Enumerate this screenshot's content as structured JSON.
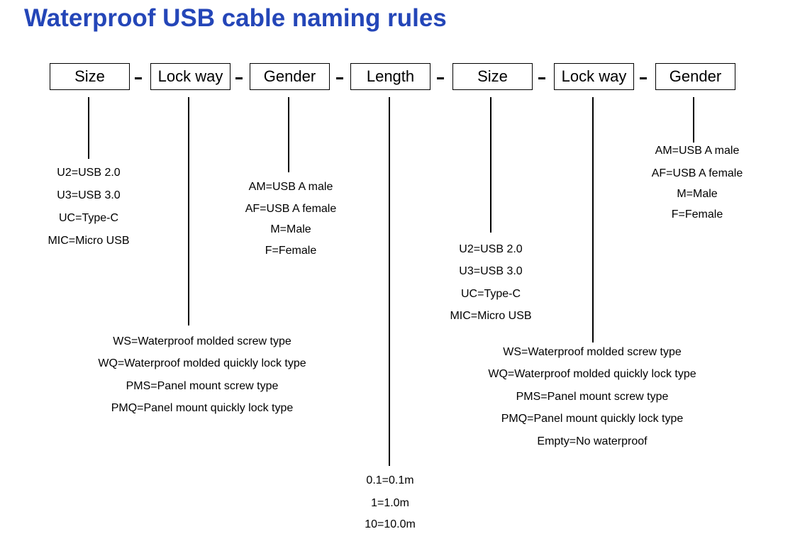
{
  "title": "Waterproof USB cable naming rules",
  "fields": [
    "Size",
    "Lock way",
    "Gender",
    "Length",
    "Size",
    "Lock way",
    "Gender"
  ],
  "separator": "-",
  "legends": {
    "size_1": [
      "U2=USB 2.0",
      "U3=USB 3.0",
      "UC=Type-C",
      "MIC=Micro USB"
    ],
    "lock_1": [
      "WS=Waterproof molded screw type",
      "WQ=Waterproof molded quickly lock type",
      "PMS=Panel mount screw type",
      "PMQ=Panel mount quickly lock type"
    ],
    "gender_1": [
      "AM=USB A male",
      "AF=USB A female",
      "M=Male",
      "F=Female"
    ],
    "length": [
      "0.1=0.1m",
      "1=1.0m",
      "10=10.0m"
    ],
    "size_2": [
      "U2=USB 2.0",
      "U3=USB 3.0",
      "UC=Type-C",
      "MIC=Micro USB"
    ],
    "lock_2": [
      "WS=Waterproof molded screw type",
      "WQ=Waterproof molded quickly lock type",
      "PMS=Panel mount screw type",
      "PMQ=Panel mount quickly lock type",
      "Empty=No waterproof"
    ],
    "gender_2": [
      "AM=USB A male",
      "AF=USB A female",
      "M=Male",
      "F=Female"
    ]
  },
  "colors": {
    "title": "#2446b8",
    "line": "#000000"
  }
}
